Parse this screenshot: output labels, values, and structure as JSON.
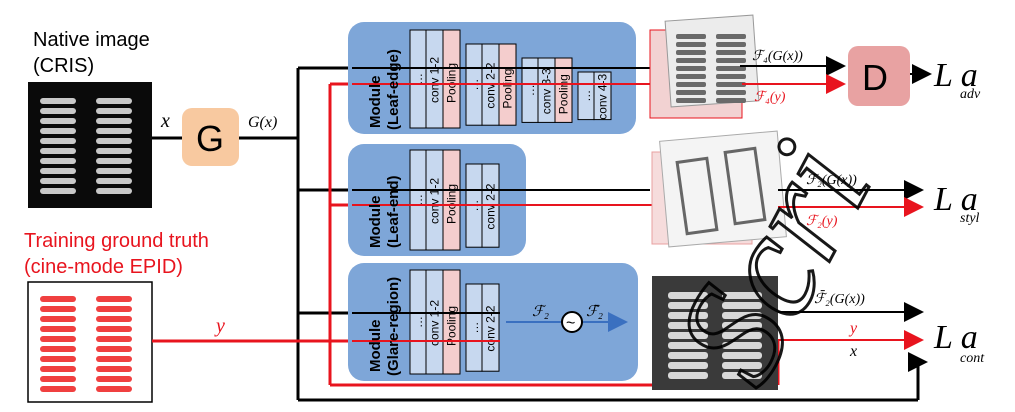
{
  "native": {
    "title_line1": "Native image",
    "title_line2": "(CRIS)"
  },
  "training": {
    "title_line1": "Training ground truth",
    "title_line2": "(cine-mode EPID)"
  },
  "symbols": {
    "x": "x",
    "G": "G",
    "Gx": "G(x)",
    "y": "y",
    "D": "D",
    "F4G": "ℱ₄(G(x))",
    "F4y": "ℱ₄(y)",
    "F2G": "ℱ₂(G(x))",
    "F2y": "ℱ₂(y)",
    "F2barG": "ℱ̄₂(G(x))",
    "F2": "ℱ₂",
    "F2bar": "ℱ̄₂",
    "tilde": "~"
  },
  "losses": {
    "adv": {
      "main": "L a",
      "sub": "adv"
    },
    "styl": {
      "main": "L a",
      "sub": "styl"
    },
    "cont": {
      "main": "L a",
      "sub": "cont"
    }
  },
  "modules": {
    "leaf_edge": {
      "title1": "Module",
      "title2": "(Leaf-edge)",
      "layers": [
        "…",
        "conv 1-2",
        "Pooling",
        "…",
        "conv 2-2",
        "Pooling",
        "…",
        "conv 3-3",
        "Pooling",
        "…",
        "conv 4-3"
      ]
    },
    "leaf_end": {
      "title1": "Module",
      "title2": "(Leaf-end)",
      "layers": [
        "…",
        "conv 1-2",
        "Pooling",
        "…",
        "conv 2-2"
      ]
    },
    "glare": {
      "title1": "Module",
      "title2": "(Glare-region)",
      "layers": [
        "…",
        "conv 1-2",
        "Pooling",
        "…",
        "conv 2-2"
      ]
    }
  },
  "watermark": "Scri",
  "colors": {
    "red": "#e8141e",
    "module_bg": "#7ea6d8",
    "conv": "#c7d8ef",
    "pool": "#f4cdcd",
    "G_box": "#f8c9a0",
    "D_box": "#e8a2a2"
  }
}
